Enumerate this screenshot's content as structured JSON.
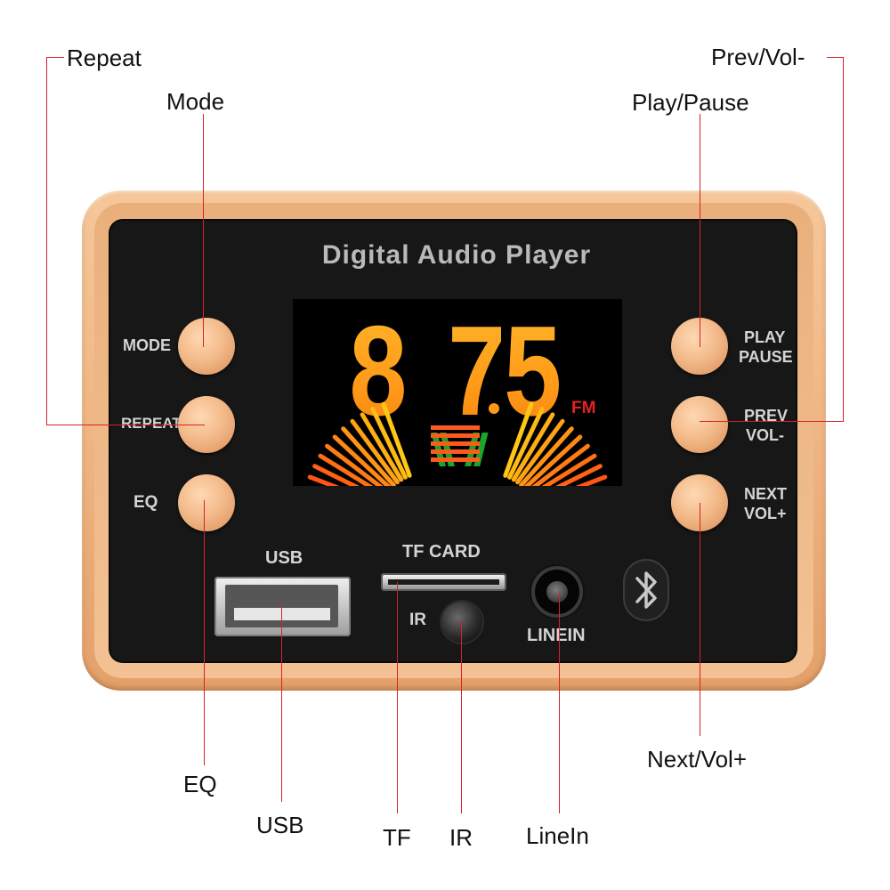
{
  "callouts": {
    "repeat": "Repeat",
    "mode": "Mode",
    "prev_vol": "Prev/Vol-",
    "play_pause": "Play/Pause",
    "eq": "EQ",
    "usb": "USB",
    "tf": "TF",
    "ir": "IR",
    "line_in": "LineIn",
    "next_vol": "Next/Vol+"
  },
  "panel": {
    "title": "Digital Audio Player",
    "mode_label": "MODE",
    "repeat_label": "REPEAT",
    "eq_label": "EQ",
    "play_label": "PLAY",
    "pause_label": "PAUSE",
    "prev_label": "PREV",
    "vol_minus_label": "VOL-",
    "next_label": "NEXT",
    "vol_plus_label": "VOL+",
    "usb_label": "USB",
    "tf_card_label": "TF CARD",
    "ir_label": "IR",
    "linein_label": "LINEIN"
  },
  "display": {
    "digit_1": "8",
    "digit_2": "7",
    "digit_3": "5",
    "band": "FM"
  },
  "icons": [
    "bluetooth-icon",
    "usb-port-icon",
    "tf-slot-icon",
    "ir-receiver-icon",
    "audio-jack-icon"
  ],
  "colors": {
    "bezel": "#eeb37f",
    "panel": "#171717",
    "button": "#f3bb8b",
    "leader_line": "#d8202a",
    "digit_orange": "#ff9d1c",
    "fm_red": "#e52222",
    "eq_green": "#1aa52c"
  }
}
